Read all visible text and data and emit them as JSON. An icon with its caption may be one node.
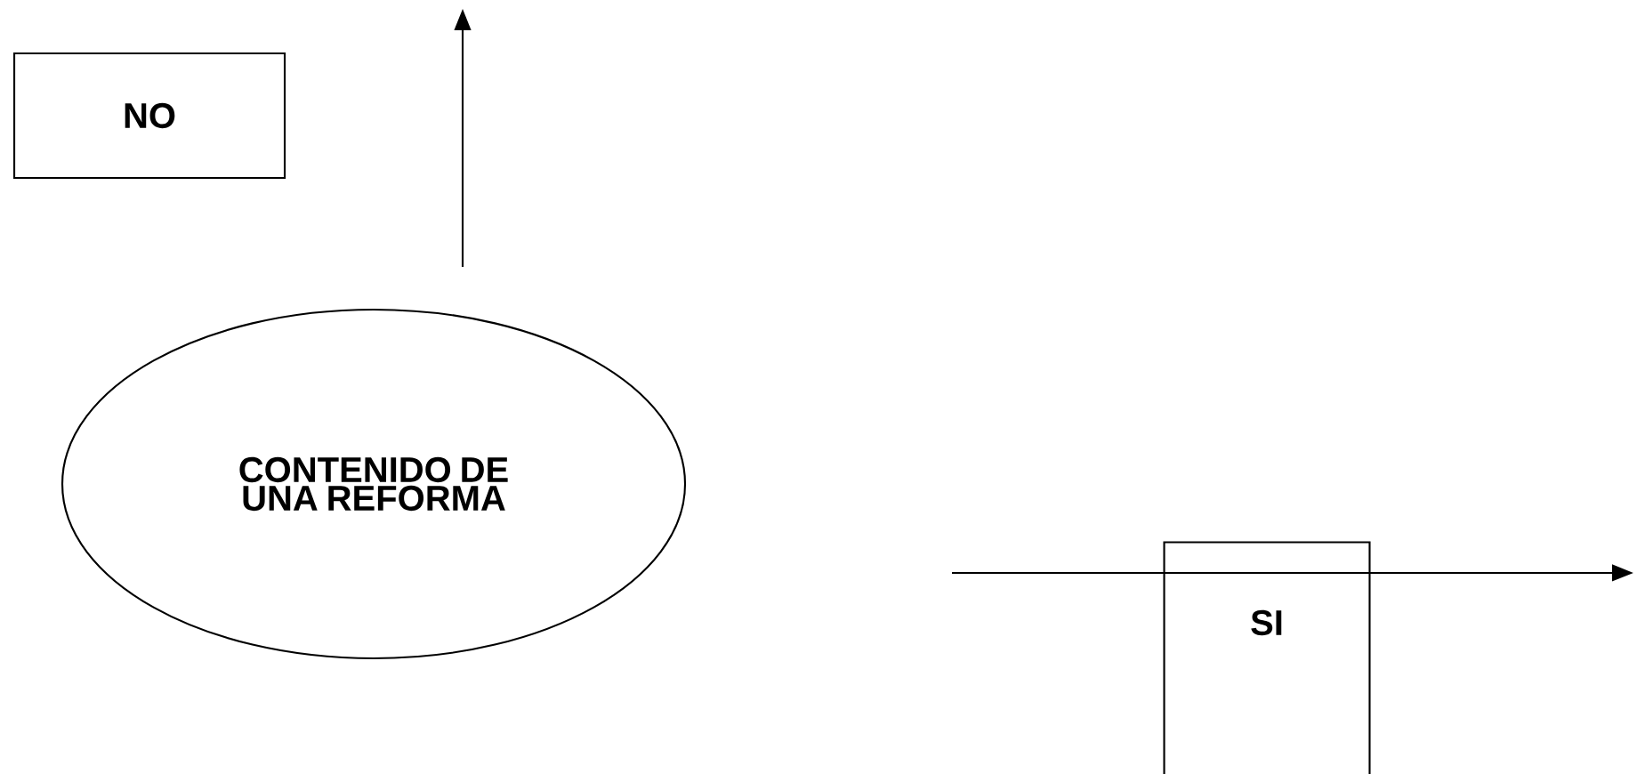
{
  "diagram": {
    "nodes": [
      {
        "text": [
          "CONTENIDO DE UNA REFORMA"
        ]
      },
      {
        "text": [
          "NO"
        ]
      },
      {
        "text": [
          "SI"
        ]
      }
    ]
  }
}
